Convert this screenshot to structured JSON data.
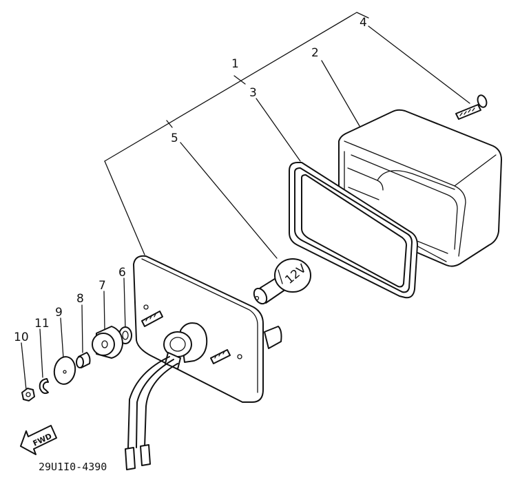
{
  "diagram": {
    "callouts": [
      "1",
      "2",
      "3",
      "4",
      "5",
      "6",
      "7",
      "8",
      "9",
      "10",
      "11"
    ],
    "direction_label": "FWD",
    "drawing_code": "29U1I0-4390",
    "bulb_marking": "12V"
  }
}
